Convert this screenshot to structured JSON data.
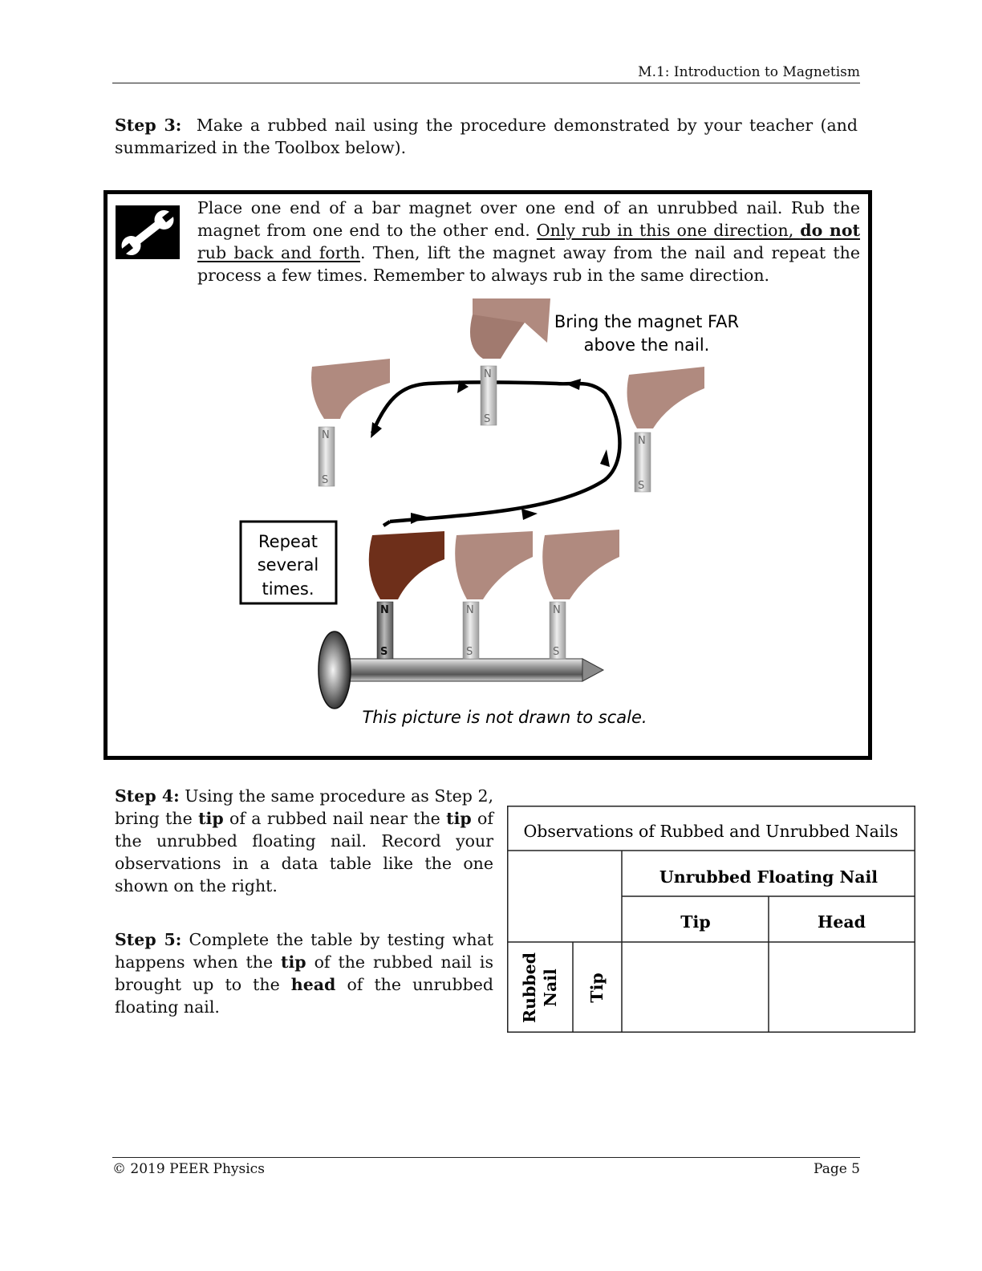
{
  "header": {
    "title": "M.1: Introduction to Magnetism"
  },
  "step3": {
    "label": "Step 3:",
    "text": "Make a rubbed nail using the procedure demonstrated by your teacher (and summarized in the Toolbox below)."
  },
  "toolbox": {
    "icon": "wrench-icon",
    "part1": "Place one end of a bar magnet over one end of an unrubbed nail.  Rub the magnet from one end to the other end.  ",
    "underline1": "Only rub in this one direction, ",
    "bold_underline": "do not",
    "underline2": " rub back and forth",
    "part2": ".  Then, lift the magnet away from the nail and repeat the process a few times.  Remember to always rub in the same direction."
  },
  "diagram": {
    "far_label_line1": "Bring the magnet FAR",
    "far_label_line2": "above the nail.",
    "repeat_line1": "Repeat",
    "repeat_line2": "several",
    "repeat_line3": "times.",
    "caption": "This picture is not drawn to scale.",
    "pole_n": "N",
    "pole_s": "S"
  },
  "step4": {
    "label": "Step 4:",
    "t1": "  Using the same procedure as Step 2, bring the ",
    "b1": "tip",
    "t2": " of a rubbed nail near the ",
    "b2": "tip",
    "t3": " of the unrubbed floating nail.  Record your observations in a data table like the one shown on the right."
  },
  "step5": {
    "label": "Step 5:",
    "t1": "  Complete the table by testing what happens when the ",
    "b1": "tip",
    "t2": " of the rubbed nail is brought up to the ",
    "b2": "head",
    "t3": " of the unrubbed floating nail."
  },
  "table": {
    "title": "Observations of Rubbed and Unrubbed Nails",
    "group_header": "Unrubbed Floating Nail",
    "col_tip": "Tip",
    "col_head": "Head",
    "row_group": "Rubbed Nail",
    "row_group_line1": "Rubbed",
    "row_group_line2": "Nail",
    "row_tip": "Tip"
  },
  "footer": {
    "copyright": "© 2019 PEER Physics",
    "page": "Page 5"
  }
}
